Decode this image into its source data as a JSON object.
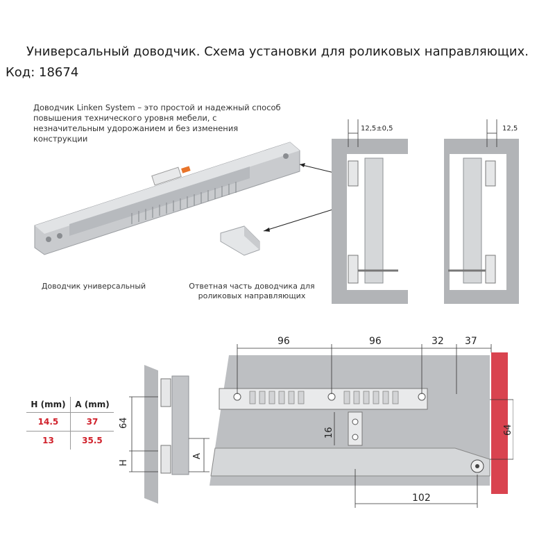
{
  "header": {
    "title": "Универсальный доводчик. Схема установки для роликовых направляющих.",
    "code": "Код: 18674"
  },
  "description": "Доводчик  Linken  System – это простой и надежный способ повышения технического уровня мебели, с незначительным удорожанием и без изменения конструкции",
  "captions": {
    "closer": "Доводчик универсальный",
    "counterpart": "Ответная часть доводчика для роликовых направляющих"
  },
  "top_views": {
    "left_dim": "12,5±0,5",
    "right_dim": "12,5"
  },
  "bottom_diagram": {
    "dims": {
      "d96a": "96",
      "d96b": "96",
      "d32": "32",
      "d37": "37",
      "d64_left": "64",
      "d64_right": "64",
      "d16": "16",
      "d102": "102",
      "h": "H",
      "a": "A"
    },
    "colors": {
      "front_panel": "#d9434f",
      "red_text": "#d0202a"
    }
  },
  "table": {
    "headers": [
      "H (mm)",
      "A (mm)"
    ],
    "rows": [
      [
        "14.5",
        "37"
      ],
      [
        "13",
        "35.5"
      ]
    ]
  }
}
